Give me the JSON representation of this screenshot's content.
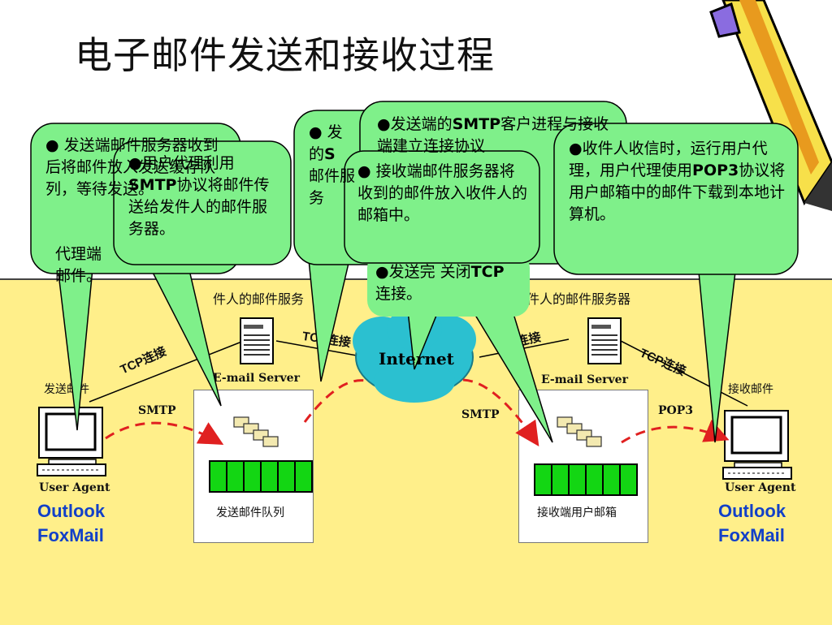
{
  "title": "电子邮件发送和接收过程",
  "panel": {
    "sender_label": "发送邮件",
    "receiver_label": "接收邮件",
    "user_agent_left": "User Agent",
    "user_agent_right": "User Agent",
    "client_left": [
      "Outlook",
      "FoxMail"
    ],
    "client_right": [
      "Outlook",
      "FoxMail"
    ],
    "server_left_label": "E-mail Server",
    "server_right_label": "E-mail Server",
    "queue_label": "发送邮件队列",
    "mailbox_label": "接收端用户邮箱",
    "sender_server_caption": "件人的邮件服务",
    "receiver_server_caption": "收件人的邮件服务器",
    "internet": "Internet",
    "smtp_left": "SMTP",
    "smtp_right": "SMTP",
    "pop3": "POP3",
    "tcp_1": "TCP连接",
    "tcp_2": "TCP连接",
    "tcp_3": "TCP连接",
    "tcp_4": "TCP连接"
  },
  "bubbles": {
    "b1": {
      "bullet": "●",
      "text": " 发送端邮件服务器收到后将邮件放入发送缓存队列，等待发送。",
      "back": "代理端",
      "back2": "邮件。"
    },
    "b2": {
      "bullet": "●",
      "pre": "用户代理利用",
      "bold": "SMTP",
      "post": "协议将邮件传送给发件人的邮件服务器。"
    },
    "b3": {
      "bullet": "●",
      "pre": " 发",
      "mid": "的",
      "bold": "S",
      "post": "邮件服务"
    },
    "b4": {
      "bullet": "●",
      "pre": "发送端的",
      "bold": "SMTP",
      "post": "客户进程与接收端建立连接协议"
    },
    "b5": {
      "bullet": "●",
      "text": " 接收端邮件服务器将收到的邮件放入收件人的邮箱中。"
    },
    "b6": {
      "bullet": "●",
      "pre": "发送完",
      "post": "关闭",
      "bold": "TCP",
      "line2": "连接。"
    },
    "b7": {
      "bullet": "●",
      "pre": "收件人收信时，运行用户代理，用户代理使用",
      "bold": "POP3",
      "post": "协议将用户邮箱中的邮件下载到本地计算机。"
    }
  },
  "colors": {
    "bubble_fill": "#7ff08a",
    "panel": "#ffef8a",
    "queue": "#13d613",
    "arrow": "#e02020",
    "cloud": "#2bc0d0",
    "accent": "#1240c8"
  }
}
